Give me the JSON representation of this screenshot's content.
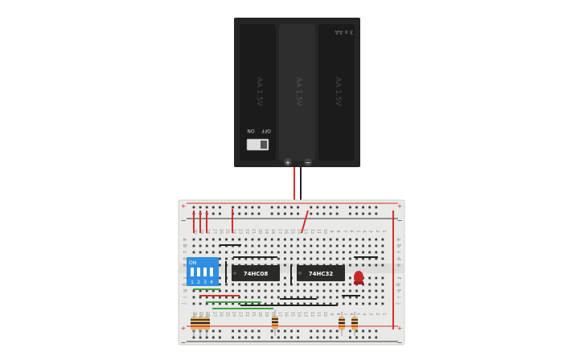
{
  "battery": {
    "pack_label": "3 x AA",
    "cell_label": "AA 1.5V",
    "switch_off": "OFF",
    "switch_on": "ON",
    "plus_symbol": "+",
    "minus_symbol": "−"
  },
  "breadboard": {
    "rail_plus": "+",
    "rail_minus": "−",
    "row_letters": [
      "a",
      "b",
      "c",
      "d",
      "e",
      "f",
      "g",
      "h",
      "i",
      "j"
    ],
    "column_numbers": [
      "30",
      "29",
      "28",
      "27",
      "26",
      "25",
      "24",
      "23",
      "22",
      "21",
      "20",
      "19",
      "18",
      "17",
      "16",
      "15",
      "14",
      "13",
      "12",
      "11",
      "10",
      "9",
      "8",
      "7",
      "6",
      "5",
      "4",
      "3",
      "2",
      "1"
    ]
  },
  "dip_switch": {
    "on_label": "ON",
    "numbers": [
      "1",
      "2",
      "3",
      "4"
    ]
  },
  "chips": [
    {
      "label": "74HC08"
    },
    {
      "label": "74HC32"
    }
  ],
  "colors": {
    "wire_red": "#d32f2f",
    "wire_black": "#222222",
    "wire_green": "#43a047",
    "dip_blue": "#2f8fe0",
    "led_red": "#c62828",
    "breadboard": "#e9e9e7",
    "battery_case": "#252525"
  }
}
